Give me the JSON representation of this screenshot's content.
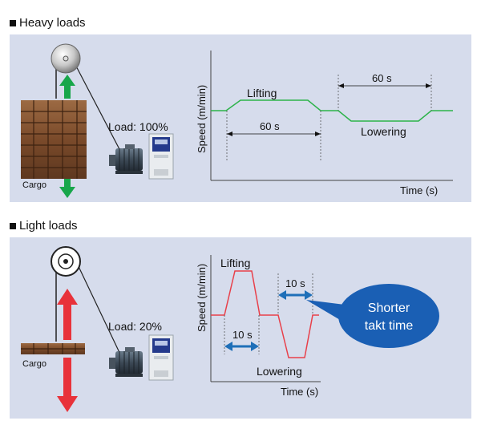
{
  "heavy": {
    "title": "Heavy loads",
    "load_label": "Load: 100%",
    "cargo_label": "Cargo",
    "ylabel": "Speed (m/min)",
    "xlabel": "Time (s)",
    "lifting_label": "Lifting",
    "lowering_label": "Lowering",
    "lifting_duration": "60 s",
    "lowering_duration": "60 s",
    "arrow_color": "#17a64a",
    "profile_color": "#2db34a"
  },
  "light": {
    "title": "Light loads",
    "load_label": "Load: 20%",
    "cargo_label": "Cargo",
    "ylabel": "Speed (m/min)",
    "xlabel": "Time (s)",
    "lifting_label": "Lifting",
    "lowering_label": "Lowering",
    "lifting_duration": "10 s",
    "lowering_duration": "10 s",
    "callout": [
      "Shorter",
      "takt time"
    ],
    "arrow_color": "#e8323a",
    "profile_color": "#e8404a",
    "callout_color": "#1a5fb4",
    "dim_arrow_color": "#1e6fb8"
  },
  "icons": {
    "pulley": "pulley-icon",
    "motor": "motor-icon",
    "inverter": "inverter-icon",
    "cargo": "cargo-icon"
  }
}
